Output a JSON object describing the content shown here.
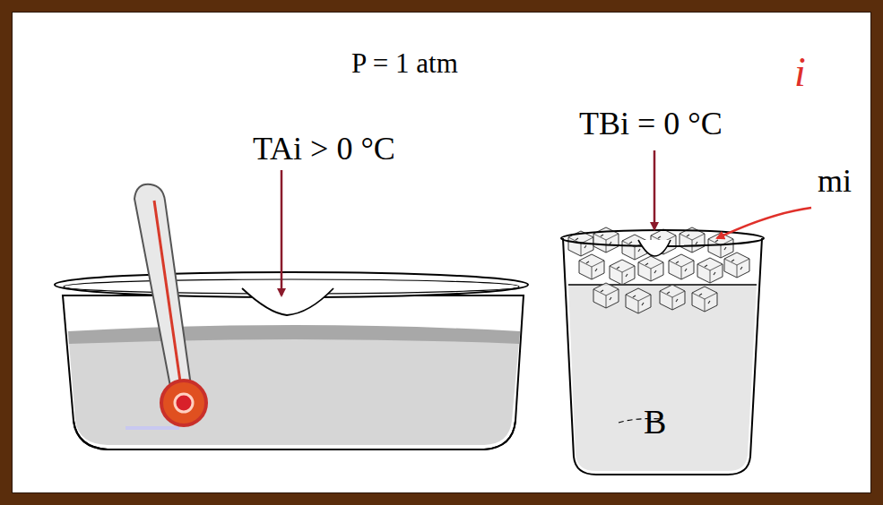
{
  "diagram": {
    "labels": [
      "P = 1 atm",
      "i",
      "TAi > 0 °C",
      "TBi = 0 °C",
      "mi",
      "B"
    ]
  }
}
